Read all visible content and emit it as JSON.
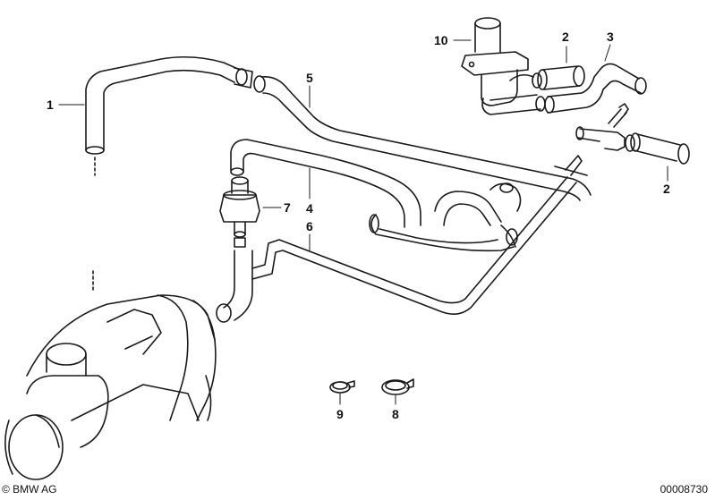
{
  "callouts": {
    "c1": "1",
    "c2a": "2",
    "c2b": "2",
    "c3": "3",
    "c4": "4",
    "c5": "5",
    "c6": "6",
    "c7": "7",
    "c8": "8",
    "c9": "9",
    "c10": "10"
  },
  "footer": {
    "copyright": "© BMW AG",
    "drawing_number": "00008730"
  },
  "colors": {
    "line": "#1a1a1a",
    "paper": "#ffffff"
  }
}
